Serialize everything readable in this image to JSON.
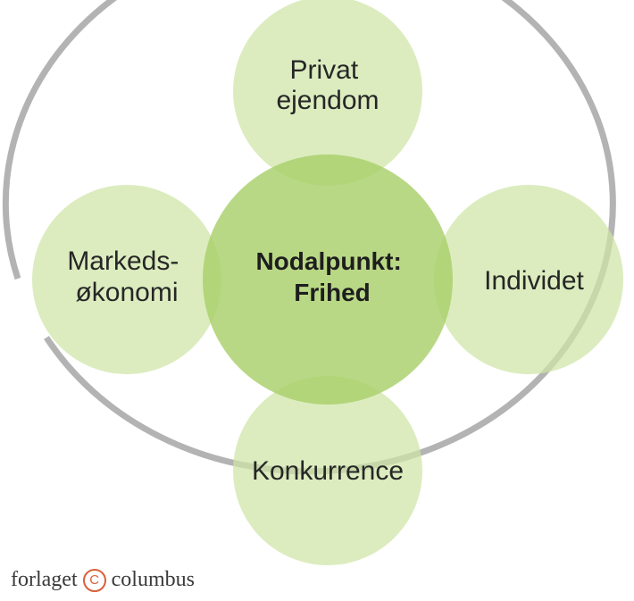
{
  "diagram": {
    "center": {
      "line1": "Nodalpunkt:",
      "line2": "Frihed"
    },
    "nodes": {
      "top": {
        "line1": "Privat",
        "line2": "ejendom"
      },
      "left": {
        "line1": "Markeds-",
        "line2": "økonomi"
      },
      "right": {
        "line1": "Individet"
      },
      "bottom": {
        "line1": "Konkurrence"
      }
    },
    "colors": {
      "outer_node_fill": "#cfe5a6",
      "center_fill": "#a9d06a",
      "ring_stroke": "#b3b3b3"
    }
  },
  "footer": {
    "left_word": "forlaget",
    "mark": "C",
    "right_word": "columbus",
    "mark_color": "#d9603b"
  }
}
